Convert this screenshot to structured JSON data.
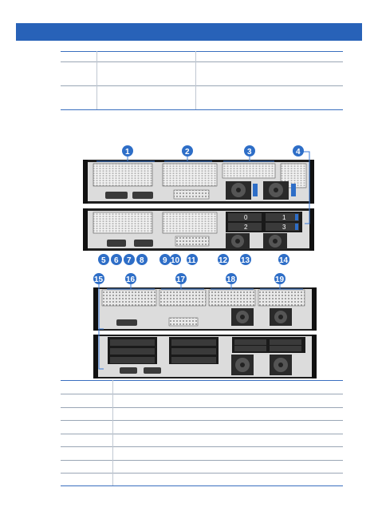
{
  "callouts_top": [
    "1",
    "2",
    "3",
    "4",
    "5",
    "6",
    "7",
    "8",
    "9",
    "10",
    "11",
    "12",
    "13",
    "14"
  ],
  "callouts_bottom": [
    "15",
    "16",
    "17",
    "18",
    "19"
  ],
  "drive_labels": [
    "0",
    "1",
    "2",
    "3"
  ]
}
